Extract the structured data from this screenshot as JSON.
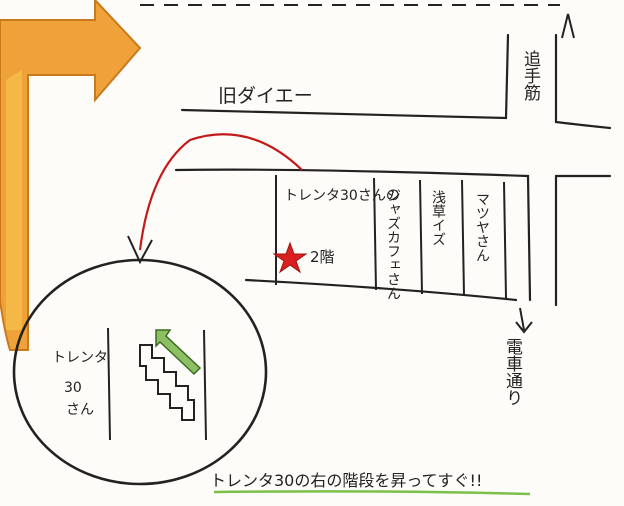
{
  "map": {
    "road_top": "旧ダイエー",
    "road_right_top": "追手筋",
    "road_right_bottom": "電車通り",
    "shops": [
      {
        "name": "ジャズカフェさん"
      },
      {
        "name": "浅草イズ"
      },
      {
        "name": "マツヤさん"
      }
    ],
    "target_shop": {
      "name": "トレンタ30さんの",
      "floor": "2階"
    },
    "inset": {
      "label_line1": "トレンタ",
      "label_line2": "30",
      "label_line3": "さん"
    },
    "caption": "トレンタ30の右の階段を昇ってすぐ!!",
    "colors": {
      "ink": "#222222",
      "arrow_orange": "#e8912a",
      "arrow_yellow": "#f3c24a",
      "red": "#d91f1f",
      "stair_green": "#8cc063",
      "underline_green": "#7cc04a"
    }
  }
}
